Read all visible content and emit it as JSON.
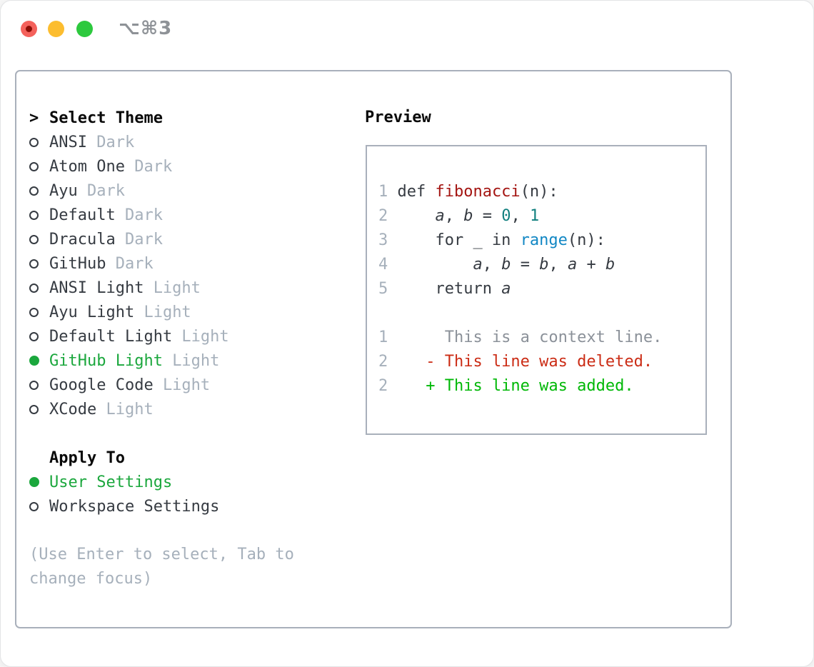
{
  "window": {
    "shortcut_label": "⌥⌘3"
  },
  "colors": {
    "tl_red": "#f4615b",
    "tl_red_dot": "#8c0d05",
    "tl_yellow": "#fcbd2f",
    "tl_green": "#2dc93e",
    "titlebar_text": "#8e9297",
    "border": "#a9b0bb",
    "header": "#0a0a0a",
    "text": "#363b42",
    "muted": "#a6b0bb",
    "context": "#8b9199",
    "accent": "#1ba73d",
    "added": "#00b807",
    "deleted": "#cb2c15",
    "func": "#a41512",
    "num": "#107f7e",
    "builtin": "#1287c4"
  },
  "theme_picker": {
    "prompt": ">",
    "title": "Select Theme",
    "items": [
      {
        "name": "ANSI",
        "tag": "Dark",
        "selected": false
      },
      {
        "name": "Atom One",
        "tag": "Dark",
        "selected": false
      },
      {
        "name": "Ayu",
        "tag": "Dark",
        "selected": false
      },
      {
        "name": "Default",
        "tag": "Dark",
        "selected": false
      },
      {
        "name": "Dracula",
        "tag": "Dark",
        "selected": false
      },
      {
        "name": "GitHub",
        "tag": "Dark",
        "selected": false
      },
      {
        "name": "ANSI Light",
        "tag": "Light",
        "selected": false
      },
      {
        "name": "Ayu Light",
        "tag": "Light",
        "selected": false
      },
      {
        "name": "Default Light",
        "tag": "Light",
        "selected": false
      },
      {
        "name": "GitHub Light",
        "tag": "Light",
        "selected": true
      },
      {
        "name": "Google Code",
        "tag": "Light",
        "selected": false
      },
      {
        "name": "XCode",
        "tag": "Light",
        "selected": false
      }
    ],
    "apply_to": {
      "title": "Apply To",
      "options": [
        {
          "label": "User Settings",
          "selected": true
        },
        {
          "label": "Workspace Settings",
          "selected": false
        }
      ]
    },
    "hint_line1": "(Use Enter to select, Tab to",
    "hint_line2": "change focus)"
  },
  "preview": {
    "title": "Preview",
    "lines": [
      {
        "num": "1",
        "tokens": [
          [
            "k",
            "def "
          ],
          [
            "fn",
            "fibonacci"
          ],
          [
            "p",
            "(n):"
          ]
        ]
      },
      {
        "num": "2",
        "tokens": [
          [
            "p",
            "    "
          ],
          [
            "v",
            "a"
          ],
          [
            "p",
            ", "
          ],
          [
            "v",
            "b"
          ],
          [
            "p",
            " = "
          ],
          [
            "n",
            "0"
          ],
          [
            "p",
            ", "
          ],
          [
            "n",
            "1"
          ]
        ]
      },
      {
        "num": "3",
        "tokens": [
          [
            "p",
            "    for _ in "
          ],
          [
            "b",
            "range"
          ],
          [
            "p",
            "(n):"
          ]
        ]
      },
      {
        "num": "4",
        "tokens": [
          [
            "p",
            "        "
          ],
          [
            "v",
            "a"
          ],
          [
            "p",
            ", "
          ],
          [
            "v",
            "b"
          ],
          [
            "p",
            " = "
          ],
          [
            "v",
            "b"
          ],
          [
            "p",
            ", "
          ],
          [
            "v",
            "a"
          ],
          [
            "p",
            " + "
          ],
          [
            "v",
            "b"
          ]
        ]
      },
      {
        "num": "5",
        "tokens": [
          [
            "p",
            "    return "
          ],
          [
            "v",
            "a"
          ]
        ]
      },
      {
        "num": "",
        "tokens": []
      },
      {
        "num": "1",
        "tokens": [
          [
            "c",
            "     This is a context line."
          ]
        ]
      },
      {
        "num": "2",
        "tokens": [
          [
            "d",
            "   - This line was deleted."
          ]
        ]
      },
      {
        "num": "2",
        "tokens": [
          [
            "a",
            "   + This line was added."
          ]
        ]
      }
    ]
  }
}
